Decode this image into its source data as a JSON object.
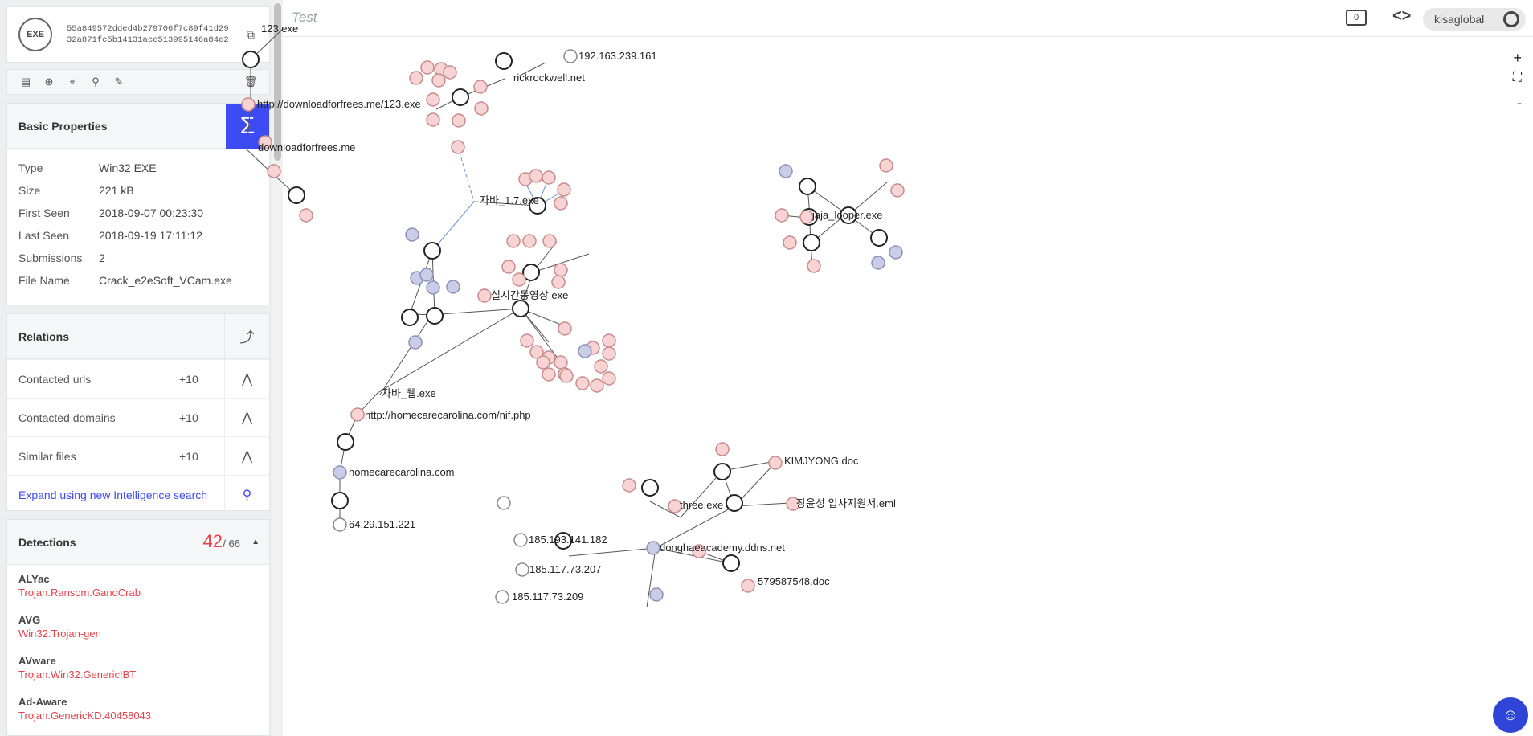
{
  "file": {
    "icon_label": "EXE",
    "hash": "55a849572dded4b279706f7c89f41d2932a871fc5b14131ace513995146a84e2",
    "icons": [
      "copy-icon"
    ]
  },
  "toolbar": {
    "icons": [
      "summary-icon",
      "add-node-icon",
      "focus-icon",
      "pin-icon",
      "tag-icon",
      "trash-icon"
    ]
  },
  "basic_properties": {
    "title": "Basic Properties",
    "rows": [
      {
        "key": "Type",
        "value": "Win32 EXE"
      },
      {
        "key": "Size",
        "value": "221 kB"
      },
      {
        "key": "First Seen",
        "value": "2018-09-07 00:23:30"
      },
      {
        "key": "Last Seen",
        "value": "2018-09-19 17:11:12"
      },
      {
        "key": "Submissions",
        "value": "2"
      },
      {
        "key": "File Name",
        "value": "Crack_e2eSoft_VCam.exe"
      }
    ]
  },
  "relations": {
    "title": "Relations",
    "rows": [
      {
        "label": "Contacted urls",
        "count": "+10"
      },
      {
        "label": "Contacted domains",
        "count": "+10"
      },
      {
        "label": "Similar files",
        "count": "+10"
      }
    ],
    "expand_label": "Expand using new Intelligence search"
  },
  "detections": {
    "title": "Detections",
    "count": "42",
    "total": "/ 66",
    "items": [
      {
        "engine": "ALYac",
        "result": "Trojan.Ransom.GandCrab"
      },
      {
        "engine": "AVG",
        "result": "Win32:Trojan-gen"
      },
      {
        "engine": "AVware",
        "result": "Trojan.Win32.Generic!BT"
      },
      {
        "engine": "Ad-Aware",
        "result": "Trojan.GenericKD.40458043"
      }
    ]
  },
  "topbar": {
    "title": "Test",
    "comment_count": "0",
    "code_label": "<>",
    "user": "kisaglobal"
  },
  "zoom": {
    "in": "+",
    "out": "-"
  },
  "graph": {
    "labels": [
      "123.exe",
      "192.163.239.161",
      "rickrockwell.net",
      "http://downloadforfrees.me/123.exe",
      "downloadforfrees.me",
      "자바_1.7.exe",
      "jaja_looper.exe",
      "실시간동영상.exe",
      "자바_웹.exe",
      "http://homecarecarolina.com/nif.php",
      "homecarecarolina.com",
      "64.29.151.221",
      "KIMJYONG.doc",
      "three.exe",
      "장윤성 입사지원서.eml",
      "185.193.141.182",
      "donghaeacademy.ddns.net",
      "185.117.73.207",
      "579587548.doc",
      "185.117.73.209"
    ]
  }
}
